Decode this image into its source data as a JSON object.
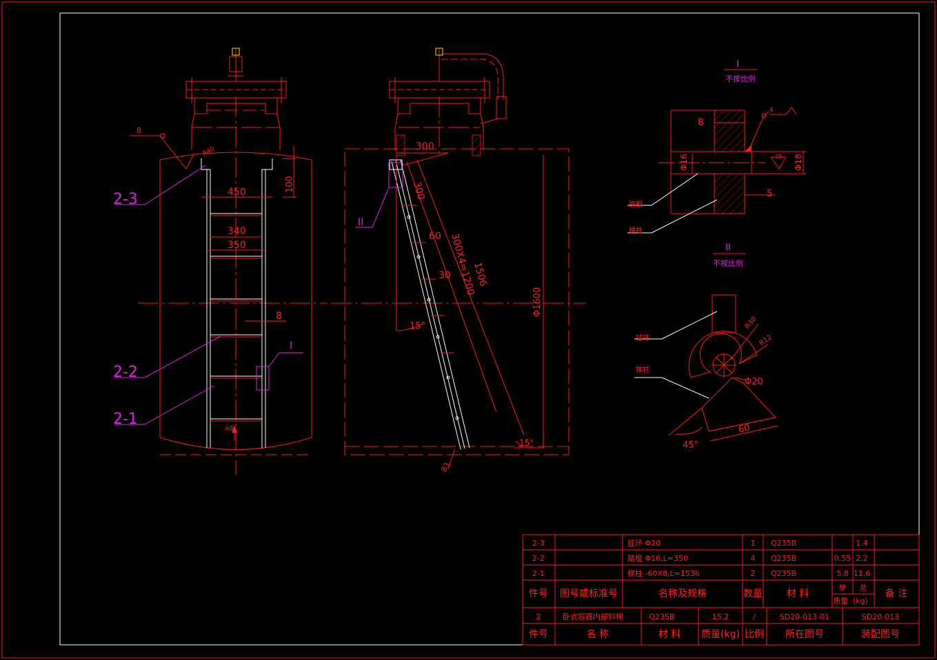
{
  "colors": {
    "background": "#000000",
    "line": "#ff1a1a",
    "part": "#ffffff",
    "leader": "#e020e0",
    "accent": "#ffe000"
  },
  "front_view": {
    "dims": {
      "d450": "450",
      "d340": "340",
      "d350": "350",
      "d100": "100",
      "d8": "8",
      "d_weld": "8",
      "r_label": "R40"
    },
    "labels": {
      "p23": "2-3",
      "p22": "2-2",
      "p21": "2-1",
      "detail1": "I",
      "axis_note": "A向"
    }
  },
  "side_view": {
    "dims": {
      "d300top": "300",
      "d300": "300",
      "d60": "60",
      "d30": "30",
      "d1200": "300X4=1200",
      "d1506": "1506",
      "d1600": "Φ1600",
      "a15l": "15°",
      "a15r": "15°",
      "d83": "83"
    },
    "labels": {
      "detail2": "II"
    }
  },
  "detail_I": {
    "title": "I",
    "scale": "不按比例",
    "dims": {
      "d8": "8",
      "d16": "Φ16",
      "d18": "Φ18",
      "d5": "5",
      "weld": "4",
      "rough": "25"
    },
    "labels": {
      "rung": "踏棍",
      "rail": "梯柱"
    }
  },
  "detail_II": {
    "title": "II",
    "scale": "不按比例",
    "dims": {
      "r30": "R30",
      "r12": "R12",
      "d20": "Φ20",
      "a45": "45°",
      "d60": "60"
    },
    "labels": {
      "ring": "挂环",
      "rail": "梯柱"
    }
  },
  "bom": {
    "rows": [
      {
        "no": "2-3",
        "std": "",
        "name": "挂环 Φ20",
        "qty": "1",
        "mat": "Q235B",
        "unit": "",
        "total": "1.4",
        "note": ""
      },
      {
        "no": "2-2",
        "std": "",
        "name": "踏棍 Φ16,L=350",
        "qty": "4",
        "mat": "Q235B",
        "unit": "0.55",
        "total": "2.2",
        "note": ""
      },
      {
        "no": "2-1",
        "std": "",
        "name": "梯柱 -60X8,L=1536",
        "qty": "2",
        "mat": "Q235B",
        "unit": "5.8",
        "total": "11.6",
        "note": ""
      }
    ],
    "header": {
      "no": "件号",
      "std": "图号或标准号",
      "name": "名称及规格",
      "qty": "数量",
      "mat": "材    料",
      "weight_unit": "单",
      "weight_total": "总",
      "weight": "质量（kg）",
      "note": "备  注"
    }
  },
  "title_block": {
    "values": {
      "no": "2",
      "name": "卧式容器内部斜梯",
      "mat": "Q235B",
      "mass": "15.2",
      "scale": "/",
      "drawing": "SD20-013-01",
      "assembly": "SD20-013"
    },
    "headers": {
      "no": "件号",
      "name": "名    称",
      "mat": "材  料",
      "mass": "质量(kg)",
      "scale": "比例",
      "drawing": "所在图号",
      "assembly": "装配图号"
    }
  }
}
